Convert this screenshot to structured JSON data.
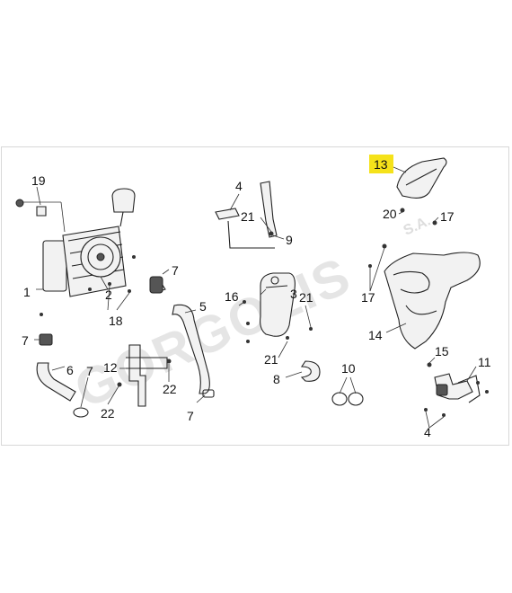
{
  "diagram": {
    "watermark": "GORGOLIS",
    "watermark_suffix": "S.A.",
    "highlight_color": "#f5e21a",
    "highlighted_part": "13",
    "callouts": [
      {
        "id": "c19",
        "label": "19"
      },
      {
        "id": "c1",
        "label": "1"
      },
      {
        "id": "c2",
        "label": "2"
      },
      {
        "id": "c18",
        "label": "18"
      },
      {
        "id": "c7a",
        "label": "7"
      },
      {
        "id": "c7b",
        "label": "7"
      },
      {
        "id": "c6",
        "label": "6"
      },
      {
        "id": "c7c",
        "label": "7"
      },
      {
        "id": "c12",
        "label": "12"
      },
      {
        "id": "c22a",
        "label": "22"
      },
      {
        "id": "c22b",
        "label": "22"
      },
      {
        "id": "c5",
        "label": "5"
      },
      {
        "id": "c7d",
        "label": "7"
      },
      {
        "id": "c4a",
        "label": "4"
      },
      {
        "id": "c21a",
        "label": "21"
      },
      {
        "id": "c9",
        "label": "9"
      },
      {
        "id": "c16",
        "label": "16"
      },
      {
        "id": "c3",
        "label": "3"
      },
      {
        "id": "c21b",
        "label": "21"
      },
      {
        "id": "c21c",
        "label": "21"
      },
      {
        "id": "c8",
        "label": "8"
      },
      {
        "id": "c10",
        "label": "10"
      },
      {
        "id": "c13",
        "label": "13"
      },
      {
        "id": "c20",
        "label": "20"
      },
      {
        "id": "c17a",
        "label": "17"
      },
      {
        "id": "c17b",
        "label": "17"
      },
      {
        "id": "c14",
        "label": "14"
      },
      {
        "id": "c15",
        "label": "15"
      },
      {
        "id": "c11",
        "label": "11"
      },
      {
        "id": "c4b",
        "label": "4"
      }
    ]
  }
}
